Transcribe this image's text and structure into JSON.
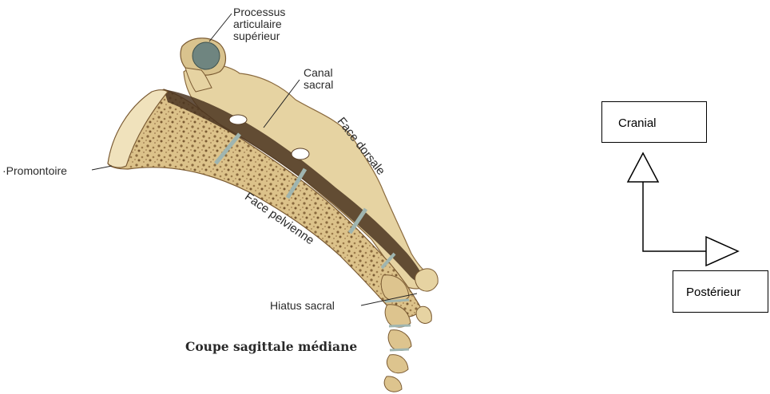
{
  "anatomy": {
    "labels": {
      "processus_line1": "Processus",
      "processus_line2": "articulaire",
      "processus_line3": "supérieur",
      "canal_line1": "Canal",
      "canal_line2": "sacral",
      "face_dorsale": "Face dorsale",
      "promontoire": "·Promontoire",
      "face_pelvienne": "Face pelvienne",
      "hiatus_sacral": "Hiatus sacral"
    },
    "caption": "Coupe sagittale médiane"
  },
  "orientation": {
    "cranial_label": "Cranial",
    "posterior_label": "Postérieur"
  },
  "colors": {
    "bone_light": "#e8d8ad",
    "bone_mid": "#d9c38e",
    "bone_dark": "#6b4a2c",
    "canal_dark": "#4a3420",
    "cartilage": "#9fb5b0",
    "line": "#000000"
  }
}
